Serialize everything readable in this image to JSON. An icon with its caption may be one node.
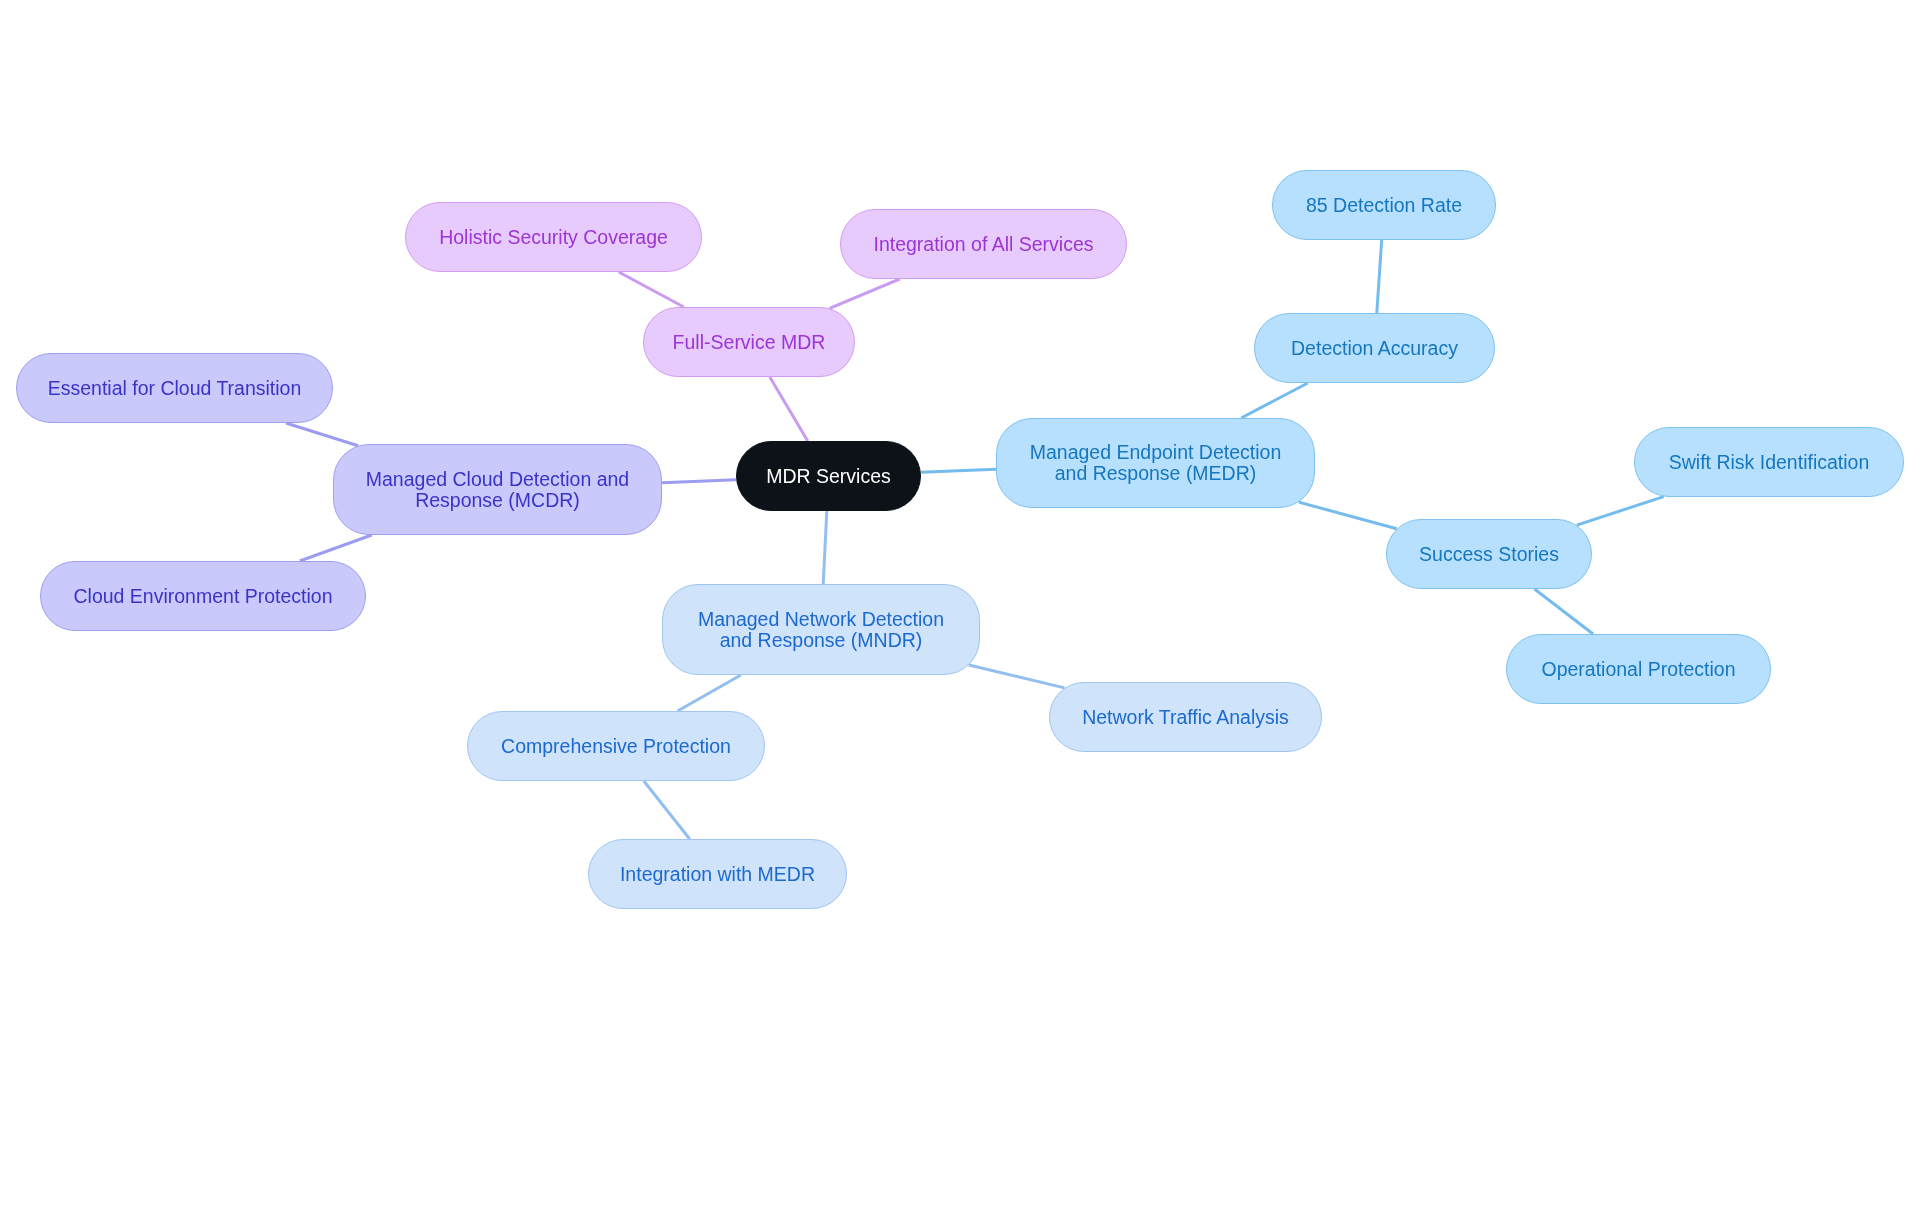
{
  "diagram": {
    "nodes": [
      {
        "text": [
          "MDR Services"
        ]
      },
      {
        "text": [
          "Full-Service MDR"
        ]
      },
      {
        "text": [
          "Holistic Security Coverage"
        ]
      },
      {
        "text": [
          "Integration of All Services"
        ]
      },
      {
        "text": [
          "Managed Cloud Detection and Response (MCDR)"
        ]
      },
      {
        "text": [
          "Essential for Cloud Transition"
        ]
      },
      {
        "text": [
          "Cloud Environment Protection"
        ]
      },
      {
        "text": [
          "Managed Network Detection and Response (MNDR)"
        ]
      },
      {
        "text": [
          "Comprehensive Protection"
        ]
      },
      {
        "text": [
          "Integration with MEDR"
        ]
      },
      {
        "text": [
          "Network Traffic Analysis"
        ]
      },
      {
        "text": [
          "Managed Endpoint Detection and Response (MEDR)"
        ]
      },
      {
        "text": [
          "Detection Accuracy"
        ]
      },
      {
        "text": [
          "85 Detection Rate"
        ]
      },
      {
        "text": [
          "Success Stories"
        ]
      },
      {
        "text": [
          "Swift Risk Identification"
        ]
      },
      {
        "text": [
          "Operational Protection"
        ]
      }
    ],
    "edges": [
      {
        "from": 0,
        "to": 1,
        "arrow": "none",
        "color": "#c99cf2"
      },
      {
        "from": 1,
        "to": 2,
        "arrow": "none",
        "color": "#c99cf2"
      },
      {
        "from": 1,
        "to": 3,
        "arrow": "none",
        "color": "#c99cf2"
      },
      {
        "from": 0,
        "to": 4,
        "arrow": "none",
        "color": "#9c9cf0"
      },
      {
        "from": 4,
        "to": 5,
        "arrow": "none",
        "color": "#9c9cf0"
      },
      {
        "from": 4,
        "to": 6,
        "arrow": "none",
        "color": "#9c9cf0"
      },
      {
        "from": 0,
        "to": 7,
        "arrow": "none",
        "color": "#93bff0"
      },
      {
        "from": 7,
        "to": 8,
        "arrow": "none",
        "color": "#93bff0"
      },
      {
        "from": 8,
        "to": 9,
        "arrow": "none",
        "color": "#93bff0"
      },
      {
        "from": 7,
        "to": 10,
        "arrow": "none",
        "color": "#93bff0"
      },
      {
        "from": 0,
        "to": 11,
        "arrow": "none",
        "color": "#74bbee"
      },
      {
        "from": 11,
        "to": 12,
        "arrow": "none",
        "color": "#74bbee"
      },
      {
        "from": 12,
        "to": 13,
        "arrow": "none",
        "color": "#74bbee"
      },
      {
        "from": 11,
        "to": 14,
        "arrow": "none",
        "color": "#74bbee"
      },
      {
        "from": 14,
        "to": 15,
        "arrow": "none",
        "color": "#74bbee"
      },
      {
        "from": 14,
        "to": 16,
        "arrow": "none",
        "color": "#74bbee"
      }
    ]
  }
}
